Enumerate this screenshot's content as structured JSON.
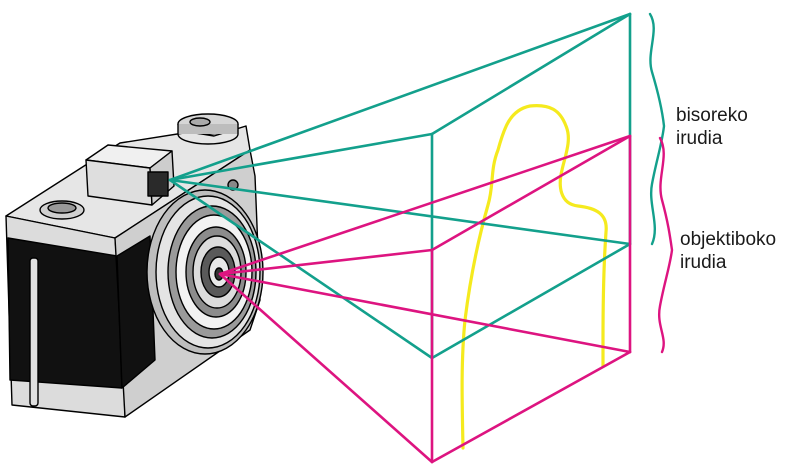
{
  "diagram": {
    "labels": {
      "viewfinder_line1": "bisoreko",
      "viewfinder_line2": "irudia",
      "lens_line1": "objektiboko",
      "lens_line2": "irudia"
    },
    "colors": {
      "viewfinder_rays": "#13a08c",
      "lens_rays": "#dd1480",
      "subject_outline": "#f5ea1e",
      "camera_body": "#d8d8d8",
      "camera_leather": "#111111",
      "outline": "#000000"
    },
    "icons": {
      "camera": "camera-icon",
      "person": "person-outline-icon"
    }
  }
}
